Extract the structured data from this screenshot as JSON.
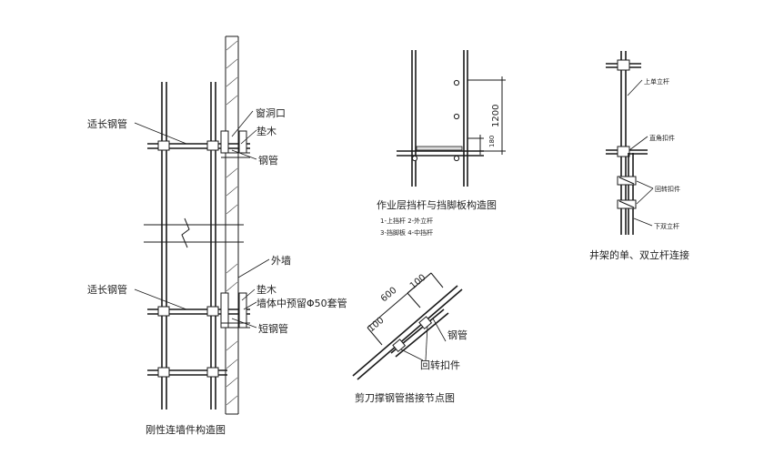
{
  "left_figure": {
    "label_long_pipe_top": "适长钢管",
    "label_window": "窗洞口",
    "label_pad_top": "垫木",
    "label_steel_pipe_top": "钢管",
    "label_outer_wall": "外墙",
    "label_long_pipe_bottom": "适长钢管",
    "label_pad_bottom": "垫木",
    "label_sleeve": "墙体中预留Φ50套管",
    "label_short_pipe": "短钢管",
    "caption": "刚性连墙件构造图"
  },
  "middle_top_figure": {
    "dim_1200": "1200",
    "dim_180": "180",
    "caption": "作业层挡杆与挡脚板构造图",
    "legend_line1": "1-上挡杆   2-外立杆",
    "legend_line2": "3-挡脚板   4-中挡杆"
  },
  "middle_bottom_figure": {
    "dim_600": "600",
    "dim_100a": "100",
    "dim_100b": "100",
    "label_steel_pipe": "钢管",
    "label_clamp": "回转扣件",
    "caption": "剪刀撑钢管搭接节点图"
  },
  "right_figure": {
    "label_upper_pole": "上单立杆",
    "label_right_clamp": "直角扣件",
    "label_swivel_clamp": "回转扣件",
    "label_lower_double_pole": "下双立杆",
    "caption": "井架的单、双立杆连接"
  }
}
